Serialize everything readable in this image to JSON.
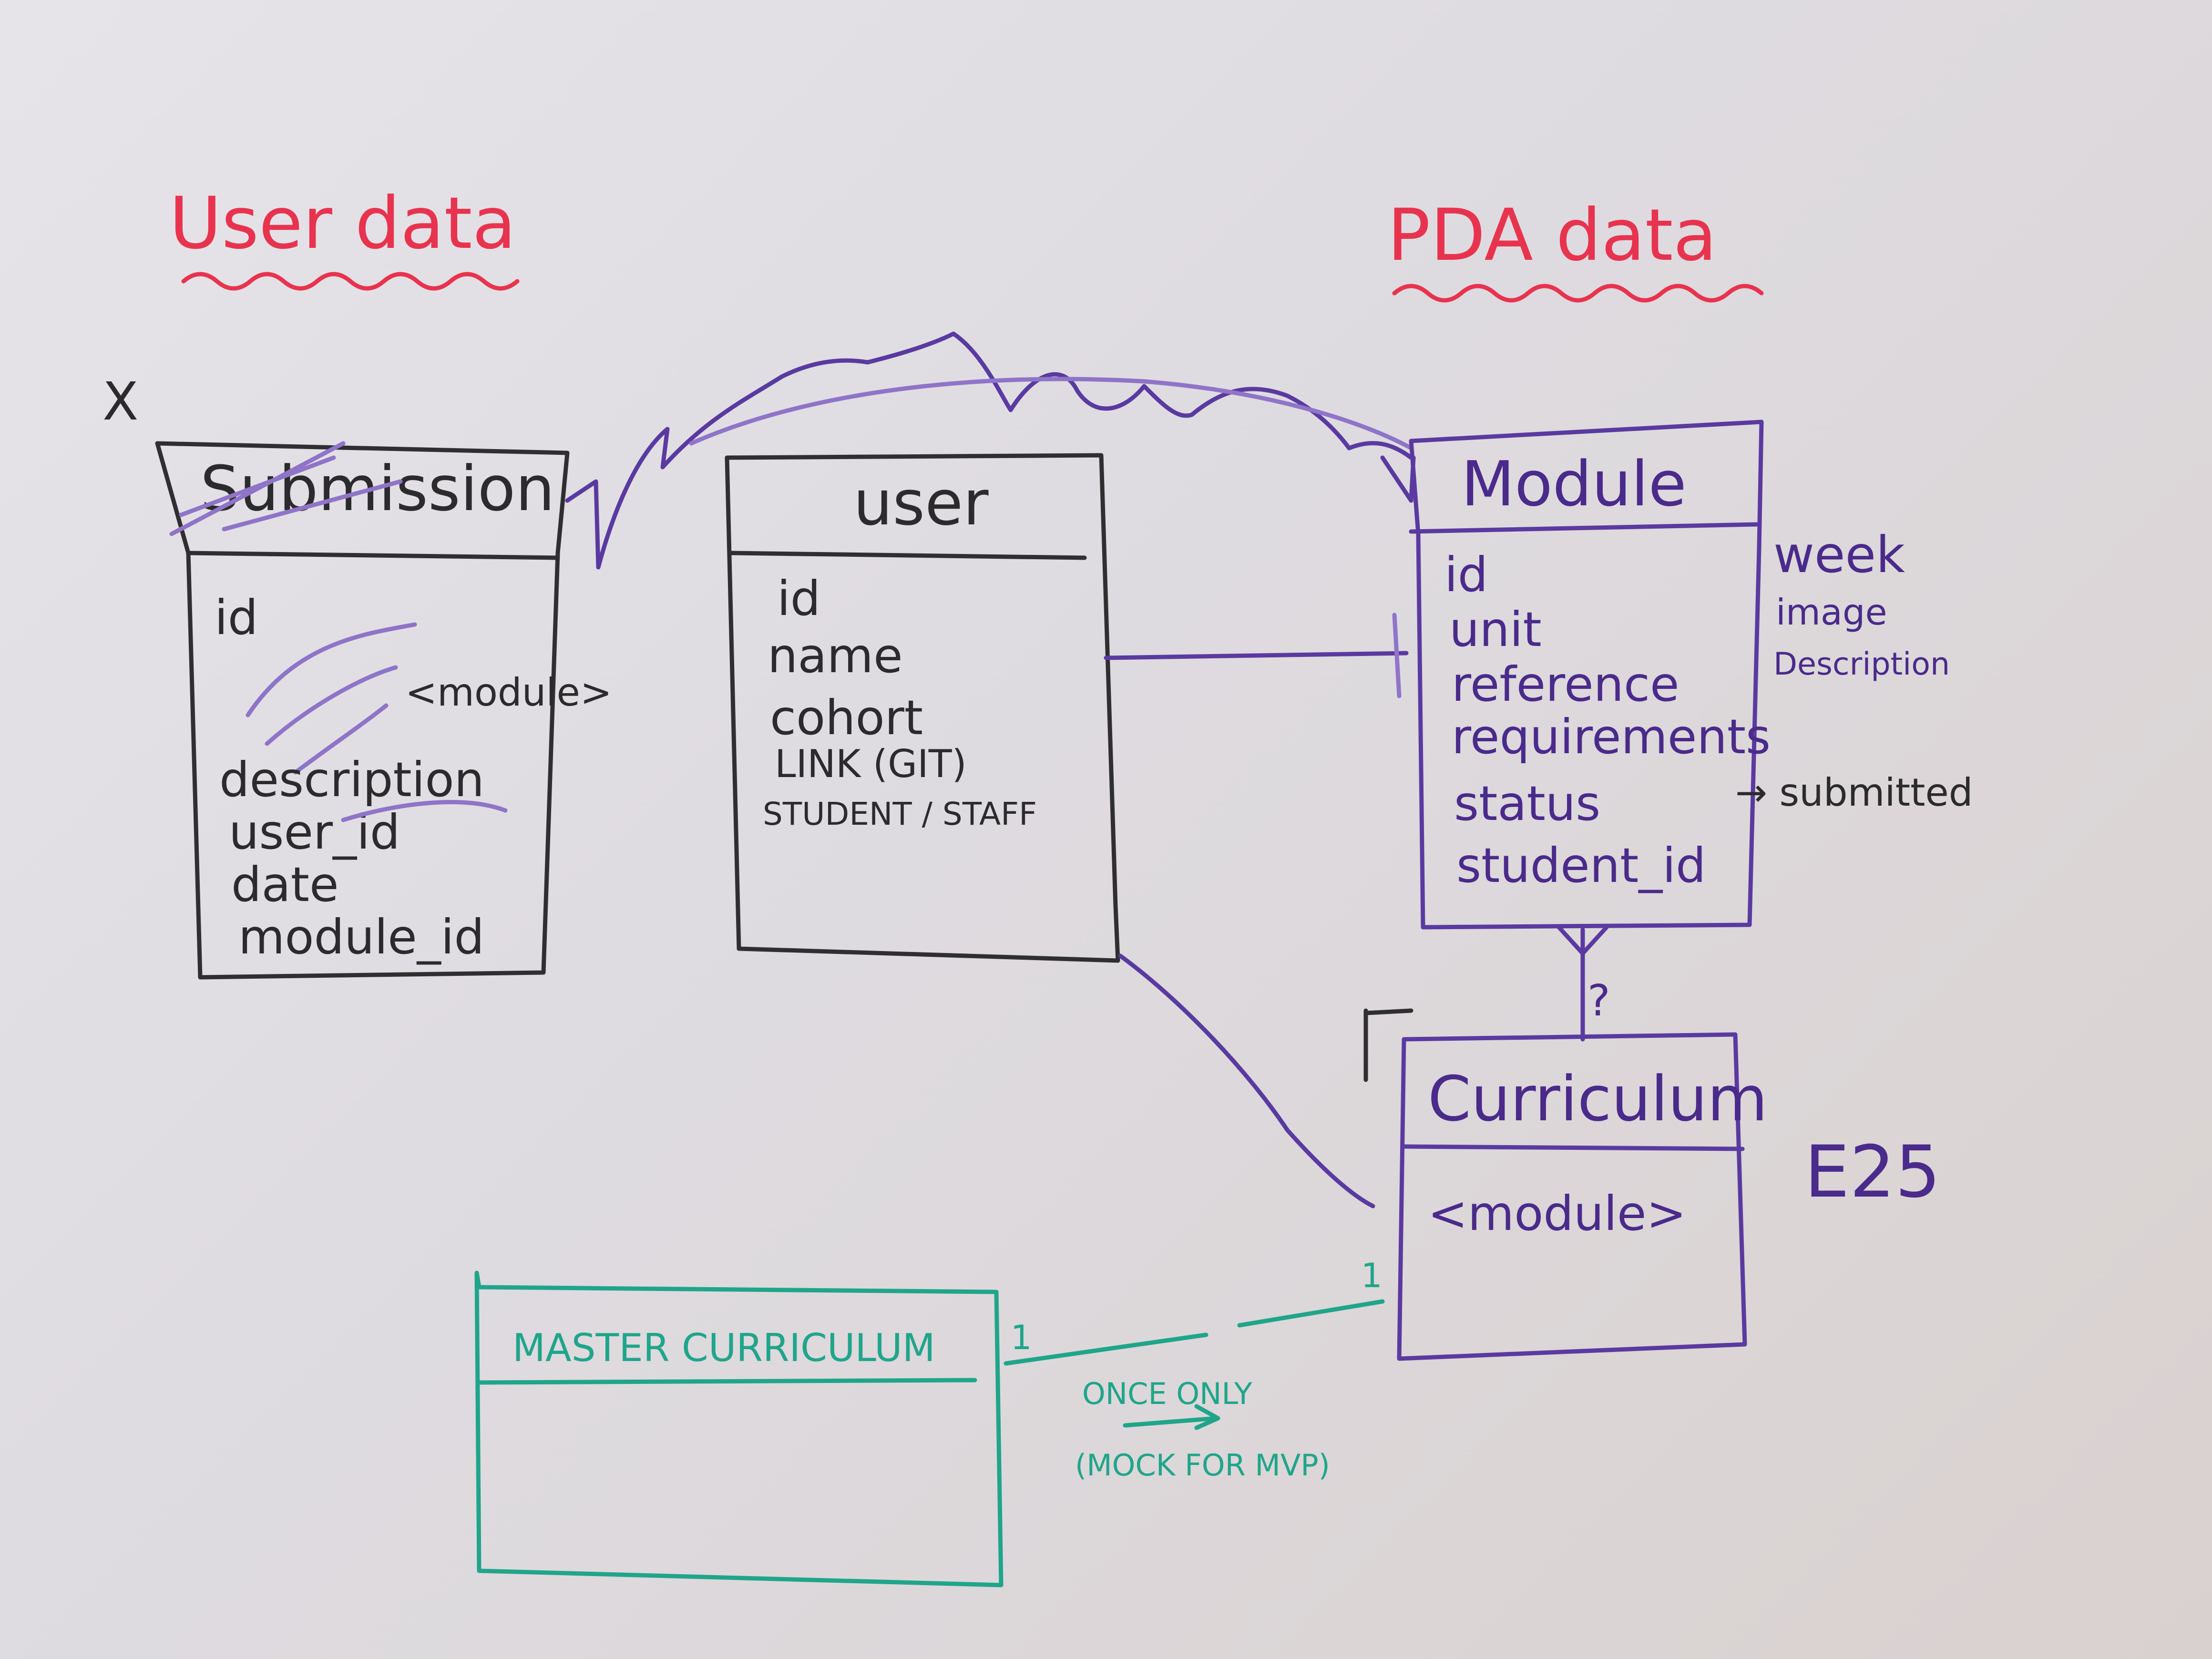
{
  "headings": {
    "user_data": "User data",
    "pda_data": "PDA data"
  },
  "entities": {
    "submission": {
      "title": "Submission",
      "fields": [
        "id",
        "<module>",
        "description",
        "user_id",
        "date",
        "module_id"
      ]
    },
    "user": {
      "title": "user",
      "fields": [
        "id",
        "name",
        "cohort",
        "LINK (GIT)",
        "STUDENT / STAFF"
      ]
    },
    "module": {
      "title": "Module",
      "fields": [
        "id",
        "unit",
        "reference",
        "requirements",
        "status",
        "student_id"
      ]
    },
    "curriculum": {
      "title": "Curriculum",
      "fields": [
        "<module>"
      ]
    },
    "master_curriculum": {
      "title": "MASTER CURRICULUM",
      "fields": []
    }
  },
  "annotations": {
    "x_mark": "X",
    "module_extra": [
      "week",
      "image",
      "Description"
    ],
    "status_arrow": "→ submitted",
    "curriculum_q": "?",
    "e25": "E25",
    "one_left": "1",
    "one_right": "1",
    "once_only": "ONCE ONLY",
    "mock_for_mvp": "(MOCK FOR MVP)"
  },
  "colors": {
    "heading_red": "#e8334f",
    "ink_black": "#2b2a2c",
    "ink_purple": "#4a2a8a",
    "ink_green": "#1fa58a",
    "board": "#e2dfe3"
  }
}
